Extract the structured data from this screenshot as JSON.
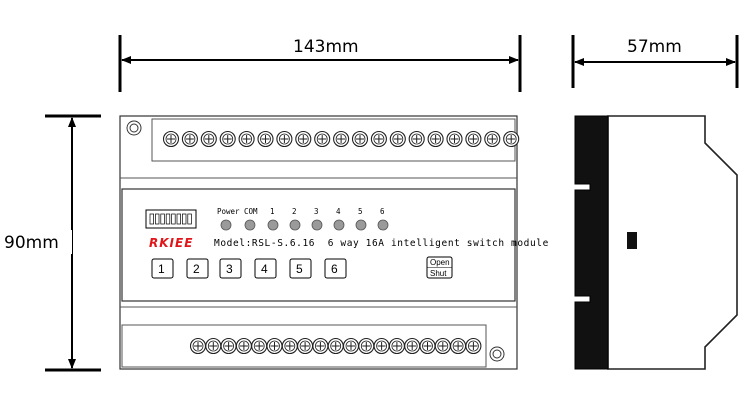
{
  "dimensions": {
    "width": "143mm",
    "depth": "57mm",
    "height": "90mm"
  },
  "panel": {
    "brand": "RKIEE",
    "model_label": "Model:RSL-S.6.16  6 way 16A intelligent switch module",
    "indicators": [
      "Power",
      "COM",
      "1",
      "2",
      "3",
      "4",
      "5",
      "6"
    ],
    "buttons": [
      "1",
      "2",
      "3",
      "4",
      "5",
      "6"
    ],
    "toggle": {
      "top": "Open",
      "bottom": "Shut"
    }
  },
  "colors": {
    "brand": "#e0161a",
    "led": "#9a9a9a",
    "side_body": "#111111"
  },
  "terminals": {
    "top_count": 19,
    "bottom_count": 19
  }
}
